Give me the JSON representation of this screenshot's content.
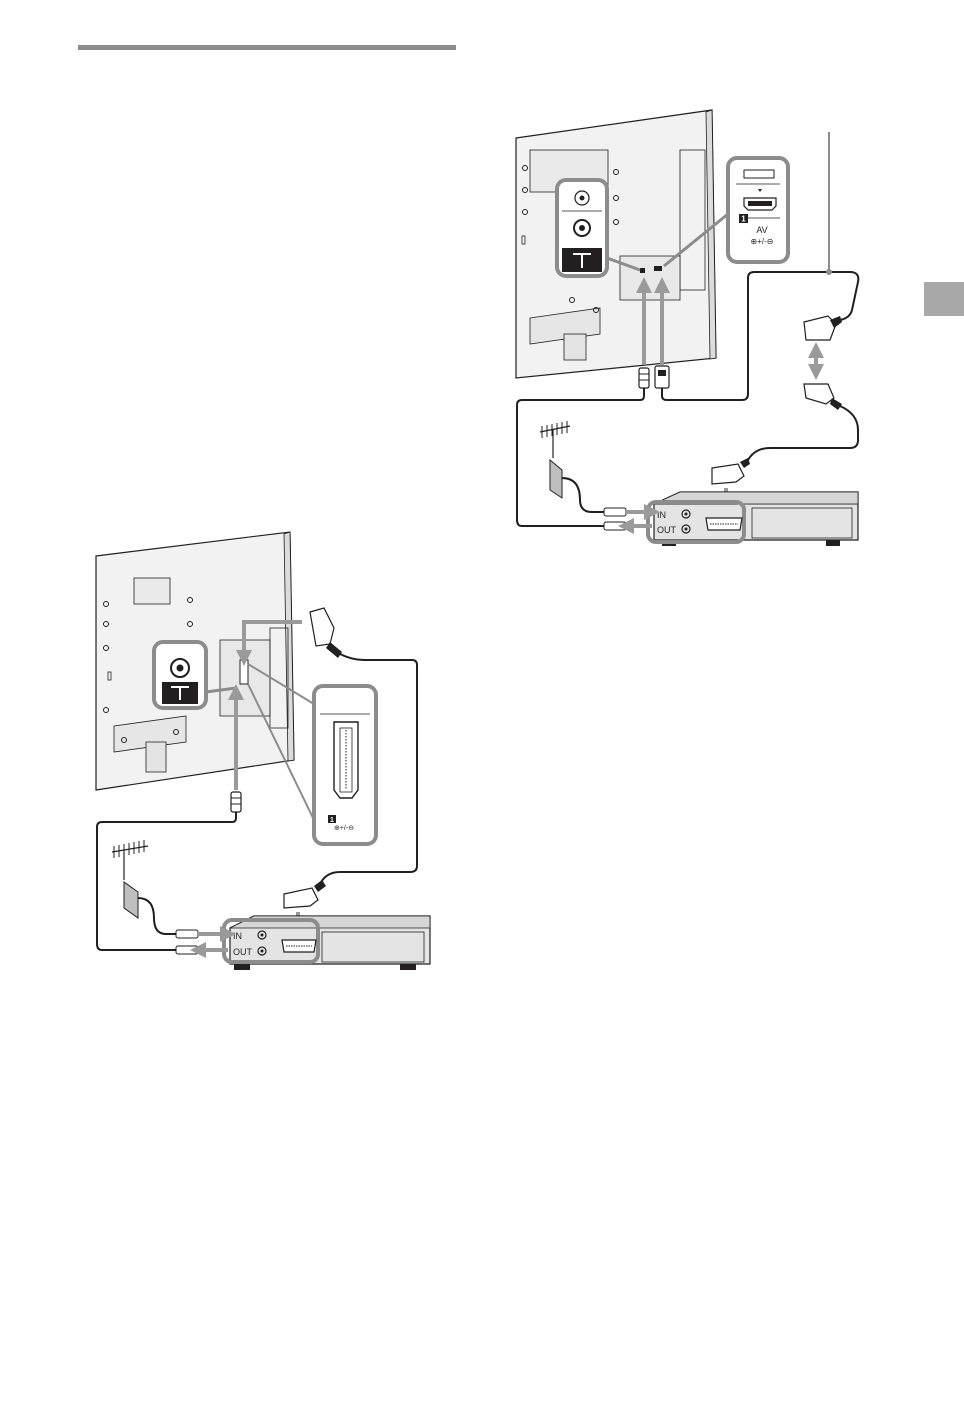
{
  "diagram_left": {
    "vcr_in_label": "IN",
    "vcr_out_label": "OUT",
    "scart_label": "1",
    "scart_sub_label": "⊕+/-⊖"
  },
  "diagram_right": {
    "vcr_in_label": "IN",
    "vcr_out_label": "OUT",
    "av_num": "1",
    "av_label": "AV",
    "av_sub_label": "⊕+/-⊖"
  },
  "colors": {
    "line": "#231f20",
    "tv_fill": "#f2f2f2",
    "callout_border": "#8c8c8c",
    "arrow_gray": "#9a9a9a",
    "tab_gray": "#a8a8a8",
    "header_rule": "#8c8c8c"
  }
}
